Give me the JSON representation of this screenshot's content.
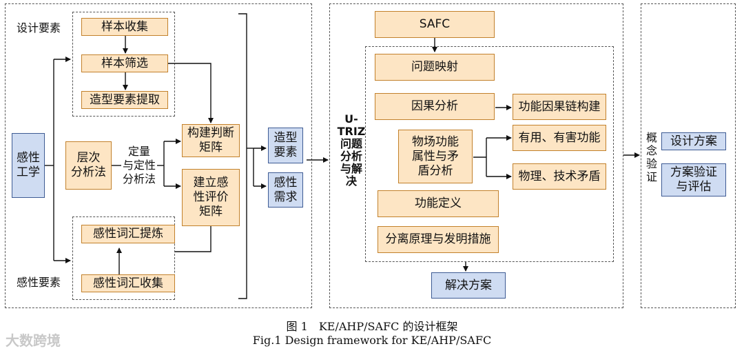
{
  "left": {
    "label_design_elements": "设计要素",
    "label_emotion_elements": "感性要素",
    "kansei_engineering": "感性\n工学",
    "sample_collection": "样本收集",
    "sample_screening": "样本筛选",
    "shape_element_extraction": "造型要素提取",
    "ahp": "层次\n分析法",
    "quant_qual": "定量\n与定性\n分析法",
    "build_judgment_matrix": "构建判断\n矩阵",
    "build_evaluation_matrix": "建立感\n性评价\n矩阵",
    "word_refine": "感性词汇提炼",
    "word_collect": "感性词汇收集",
    "shape_elements": "造型\n要素",
    "emotion_needs": "感性\n需求"
  },
  "middle": {
    "utriz_label": "U-\nTRIZ\n问题\n分析\n与解\n决",
    "safc": "SAFC",
    "problem_mapping": "问题映射",
    "causal_analysis": "因果分析",
    "causal_chain": "功能因果链构建",
    "field_function": "物场功能\n属性与矛\n盾分析",
    "useful_harmful": "有用、有害功能",
    "physical_technical": "物理、技术矛盾",
    "function_definition": "功能定义",
    "separation_principle": "分离原理与发明措施",
    "solution": "解决方案"
  },
  "right": {
    "concept_label": "概\n念\n验\n证",
    "design_scheme": "设计方案",
    "scheme_verification": "方案验证\n与评估"
  },
  "caption": {
    "cn": "图 1　KE/AHP/SAFC 的设计框架",
    "en": "Fig.1 Design framework for KE/AHP/SAFC"
  },
  "watermark": "大数跨境"
}
